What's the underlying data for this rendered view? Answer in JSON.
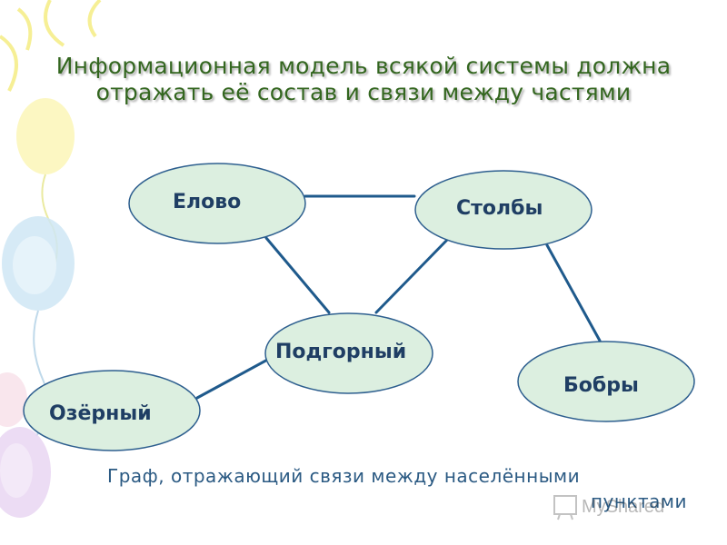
{
  "slide": {
    "title": "Информационная модель всякой системы должна отражать её состав и связи между частями",
    "caption_line1": "Граф, отражающий связи между населёнными",
    "caption_line2": "пунктами",
    "watermark_text": "MyShared"
  },
  "nodes": {
    "elovo": "Елово",
    "stolby": "Столбы",
    "podgorny": "Подгорный",
    "bobry": "Бобры",
    "ozerny": "Озёрный"
  },
  "edges": [
    [
      "Елово",
      "Столбы"
    ],
    [
      "Елово",
      "Подгорный"
    ],
    [
      "Столбы",
      "Подгорный"
    ],
    [
      "Столбы",
      "Бобры"
    ],
    [
      "Подгорный",
      "Озёрный"
    ]
  ],
  "colors": {
    "node_fill": "#dcefe0",
    "node_stroke": "#2e5f8f",
    "edge": "#1f5a8c",
    "title": "#33661f",
    "node_text": "#1f3e64",
    "caption": "#2b5a83"
  },
  "decor": {
    "left_edge": "pastel balloons and sun rays"
  }
}
